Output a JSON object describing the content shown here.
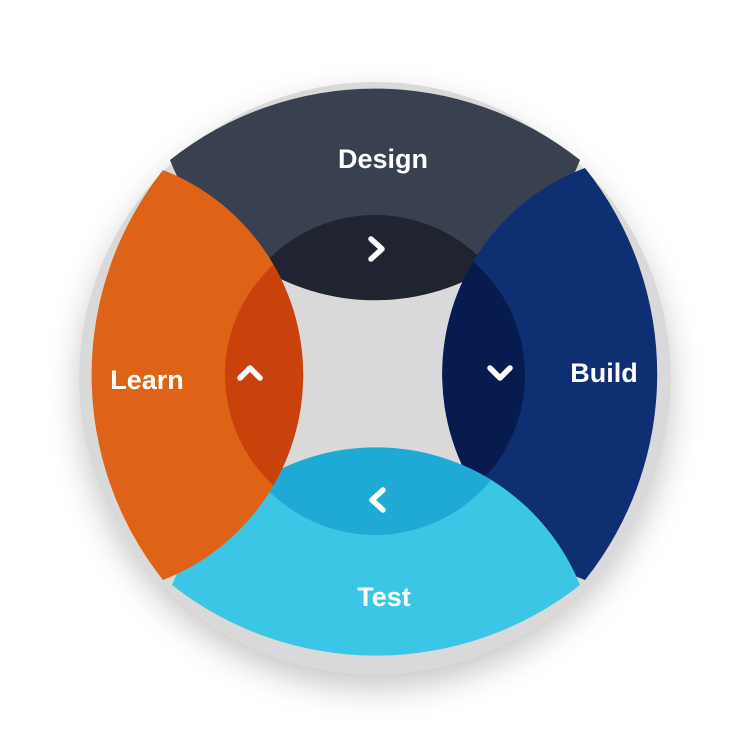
{
  "segments": [
    {
      "key": "design",
      "label": "Design",
      "color": "#39404f",
      "inner_color": "#1f2430",
      "arrow": "chevron-right-icon"
    },
    {
      "key": "build",
      "label": "Build",
      "color": "#0e2f72",
      "inner_color": "#081b4e",
      "arrow": "chevron-down-icon"
    },
    {
      "key": "test",
      "label": "Test",
      "color": "#3cc6e6",
      "inner_color": "#1faad6",
      "arrow": "chevron-left-icon"
    },
    {
      "key": "learn",
      "label": "Learn",
      "color": "#de6316",
      "inner_color": "#c9410b",
      "arrow": "chevron-up-icon"
    }
  ]
}
